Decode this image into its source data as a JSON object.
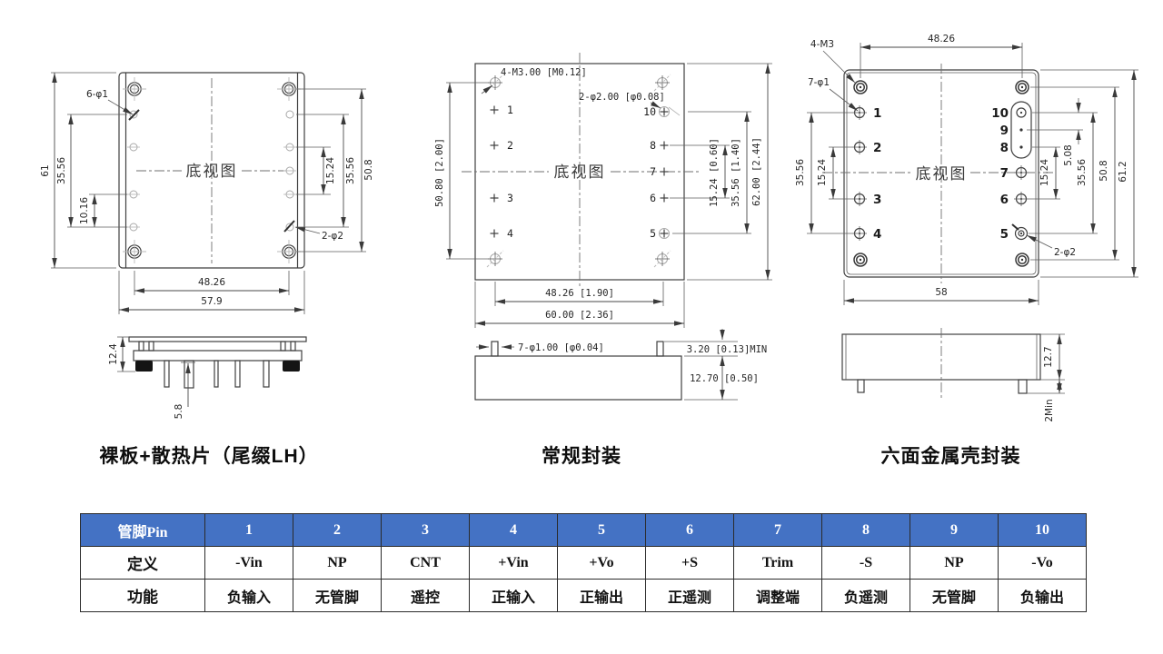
{
  "drawings": {
    "left": {
      "caption": "裸板+散热片（尾缀LH）",
      "view_label": "底视图",
      "hole_label_top": "6-φ1",
      "hole_label_bottom": "2-φ2",
      "dim_height_outer": "61",
      "dim_left_pins": "35.56",
      "dim_left_small": "10.16",
      "dim_right_small": "15.24",
      "dim_right_pins": "35.56",
      "dim_right_holes": "50.8",
      "dim_bottom_pins": "48.26",
      "dim_bottom_outer": "57.9",
      "dim_side_height": "12.4",
      "dim_side_pin": "5.8"
    },
    "middle": {
      "caption": "常规封装",
      "view_label": "底视图",
      "label_m3": "4-M3.00 [M0.12]",
      "label_phi2": "2-φ2.00 [φ0.08]",
      "label_phi1": "7-φ1.00 [φ0.04]",
      "label_min": "3.20 [0.13]MIN",
      "dim_left": "50.80 [2.00]",
      "dim_right_small": "15.24 [0.60]",
      "dim_right_pins": "35.56 [1.40]",
      "dim_right_outer": "62.00 [2.44]",
      "dim_bottom_pins": "48.26 [1.90]",
      "dim_bottom_outer": "60.00 [2.36]",
      "dim_side_height": "12.70 [0.50]",
      "pins_left": [
        "1",
        "2",
        "3",
        "4"
      ],
      "pins_right": [
        "10",
        "8",
        "7",
        "6",
        "5"
      ]
    },
    "right": {
      "caption": "六面金属壳封装",
      "view_label": "底视图",
      "label_m3": "4-M3",
      "label_phi1": "7-φ1",
      "label_phi2": "2-φ2",
      "dim_top": "48.26",
      "dim_left_pins": "35.56",
      "dim_left_small": "15.24",
      "dim_right_gap": "5.08",
      "dim_right_small": "15.24",
      "dim_right_pins": "35.56",
      "dim_right_holes": "50.8",
      "dim_right_outer": "61.2",
      "dim_bottom": "58",
      "dim_side_height": "12.7",
      "dim_side_standoff": "2Min",
      "pins_left": [
        "1",
        "2",
        "3",
        "4"
      ],
      "pins_right": [
        "10",
        "9",
        "8",
        "7",
        "6",
        "5"
      ]
    }
  },
  "table": {
    "header_label": "管脚Pin",
    "pins": [
      "1",
      "2",
      "3",
      "4",
      "5",
      "6",
      "7",
      "8",
      "9",
      "10"
    ],
    "row_def_label": "定义",
    "row_def": [
      "-Vin",
      "NP",
      "CNT",
      "+Vin",
      "+Vo",
      "+S",
      "Trim",
      "-S",
      "NP",
      "-Vo"
    ],
    "row_func_label": "功能",
    "row_func": [
      "负输入",
      "无管脚",
      "遥控",
      "正输入",
      "正输出",
      "正遥测",
      "调整端",
      "负遥测",
      "无管脚",
      "负输出"
    ]
  },
  "colors": {
    "table_header_bg": "#4472C4",
    "line": "#3f3f3f"
  }
}
